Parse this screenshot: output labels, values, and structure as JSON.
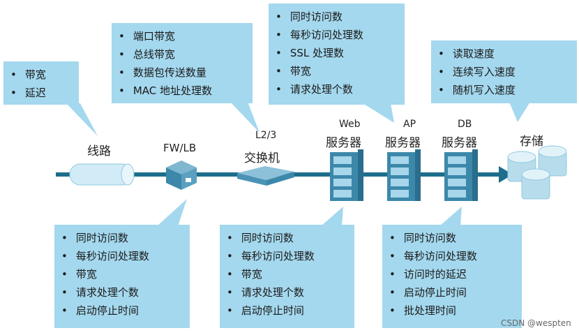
{
  "callouts": {
    "line": [
      "带宽",
      "延迟"
    ],
    "switch": [
      "端口带宽",
      "总线带宽",
      "数据包传送数量",
      "MAC 地址处理数"
    ],
    "web_ap_top": [
      "同时访问数",
      "每秒访问处理数",
      "SSL 处理数",
      "带宽",
      "请求处理个数"
    ],
    "storage": [
      "读取速度",
      "连续写入速度",
      "随机写入速度"
    ],
    "fwlb": [
      "同时访问数",
      "每秒访问处理数",
      "带宽",
      "请求处理个数",
      "启动停止时间"
    ],
    "web_bottom": [
      "同时访问数",
      "每秒访问处理数",
      "带宽",
      "请求处理个数",
      "启动停止时间"
    ],
    "db": [
      "同时访问数",
      "每秒访问处理数",
      "访问时的延迟",
      "启动停止时间",
      "批处理时间"
    ]
  },
  "nodes": {
    "line": "线路",
    "fwlb": "FW/LB",
    "switch_top": "L2/3",
    "switch": "交换机",
    "web": "Web",
    "ap": "AP",
    "db": "DB",
    "server": "服务器",
    "storage": "存储"
  },
  "colors": {
    "box": "#a4d8ee",
    "line": "#1d6e8c"
  },
  "watermark": "CSDN @wespten"
}
